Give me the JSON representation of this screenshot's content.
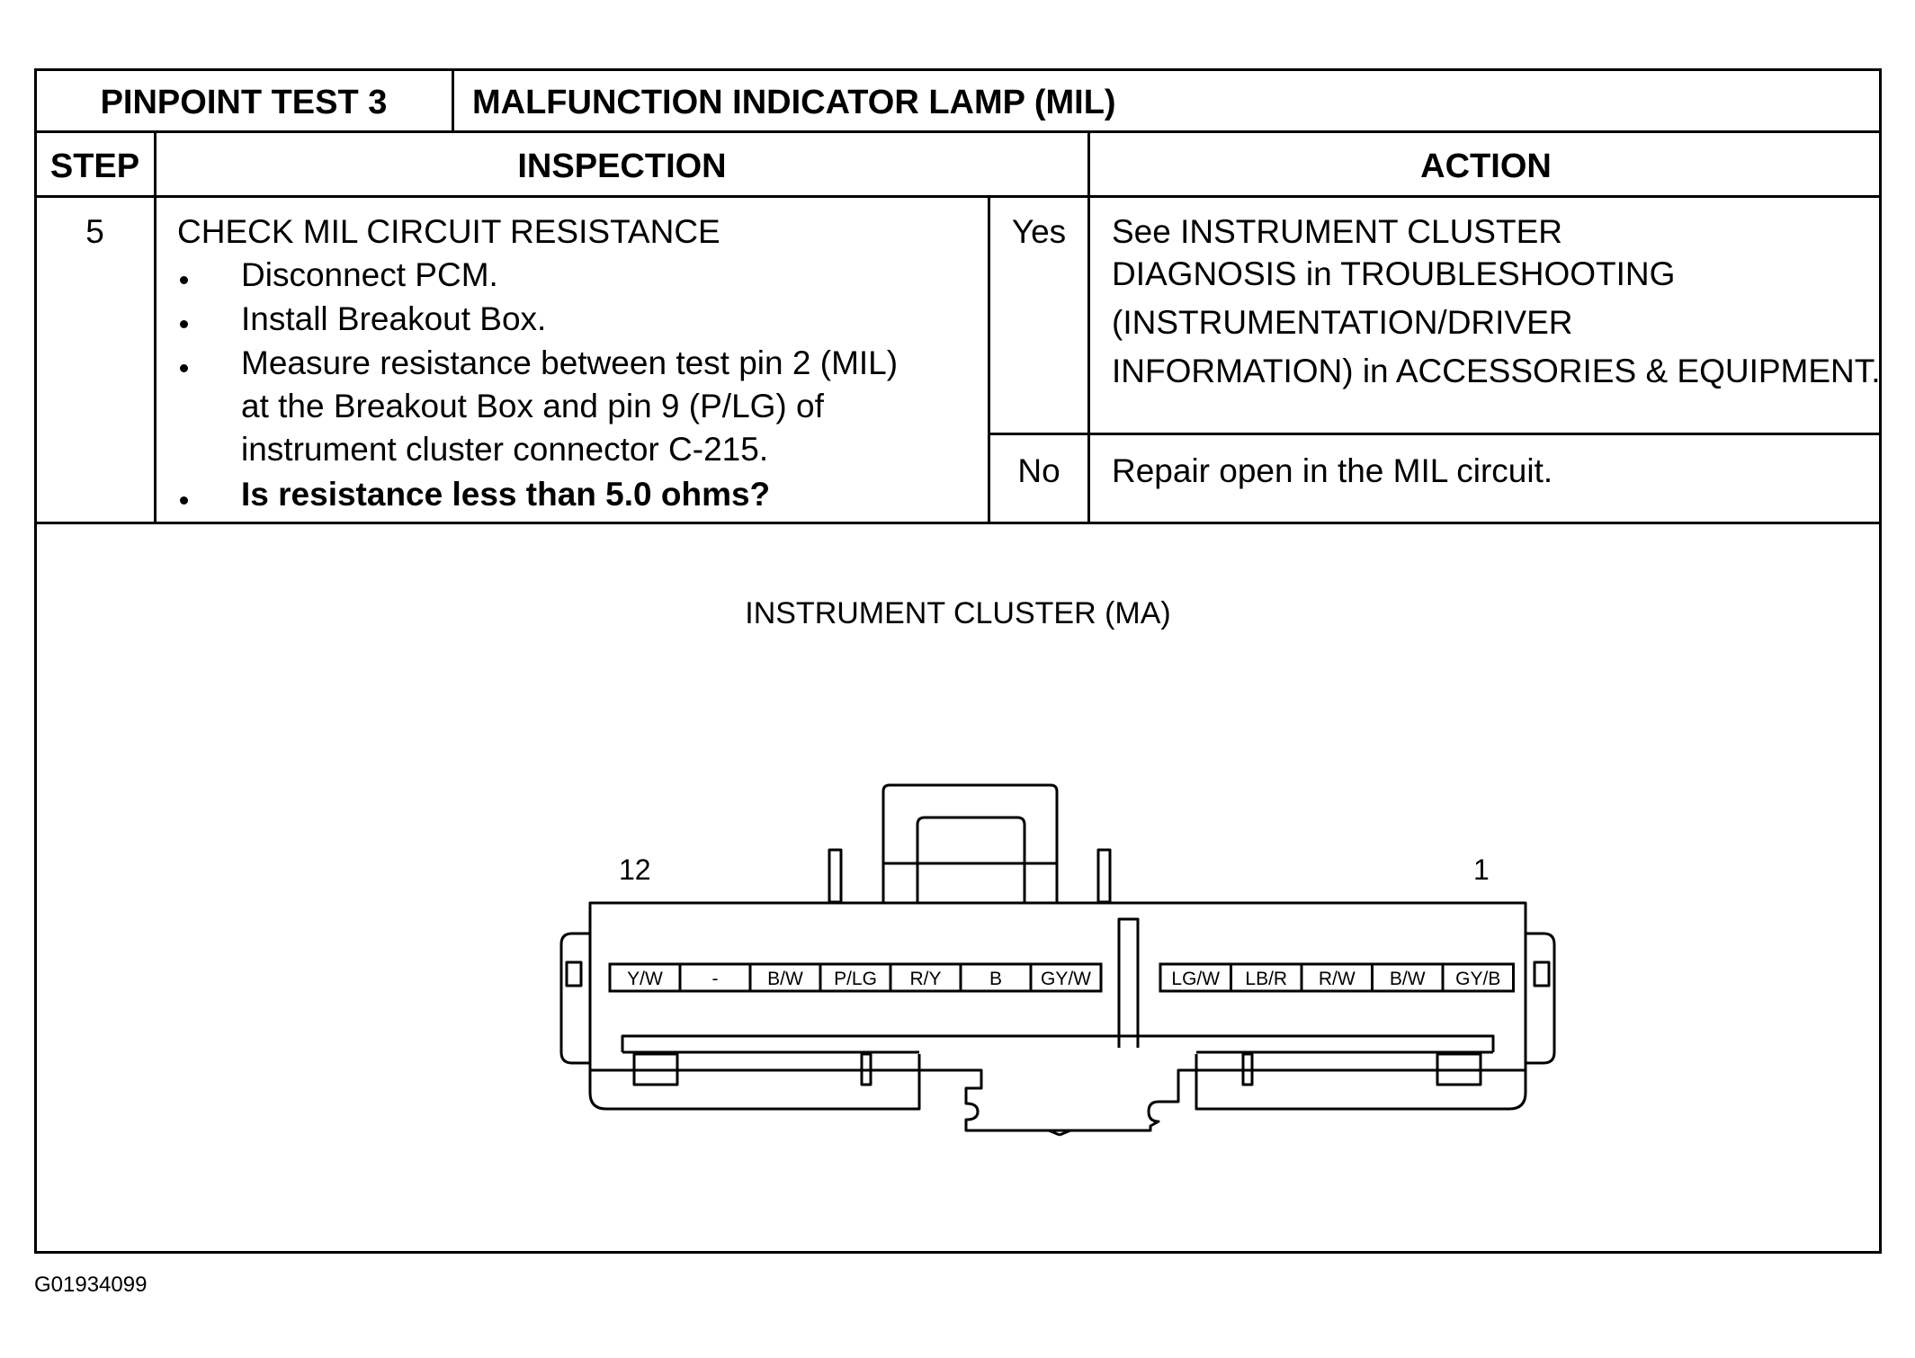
{
  "header": {
    "test_label": "PINPOINT TEST 3",
    "test_title": "MALFUNCTION INDICATOR LAMP (MIL)"
  },
  "columns": {
    "step": "STEP",
    "inspection": "INSPECTION",
    "action": "ACTION"
  },
  "row": {
    "step": "5",
    "title": "CHECK MIL CIRCUIT RESISTANCE",
    "bullets": [
      "Disconnect PCM.",
      "Install Breakout Box.",
      "Measure resistance between test pin 2 (MIL)",
      "at the Breakout Box and pin 9 (P/LG) of",
      "instrument cluster connector C-215.",
      "Is resistance less than 5.0 ohms?"
    ],
    "yes_label": "Yes",
    "yes_action": [
      "See INSTRUMENT CLUSTER",
      "DIAGNOSIS in TROUBLESHOOTING",
      "(INSTRUMENTATION/DRIVER",
      "INFORMATION) in ACCESSORIES & EQUIPMENT."
    ],
    "no_label": "No",
    "no_action": "Repair open in the MIL circuit."
  },
  "diagram": {
    "title": "INSTRUMENT CLUSTER (MA)",
    "pin_left": "12",
    "pin_right": "1",
    "left_pins": [
      "Y/W",
      "-",
      "B/W",
      "P/LG",
      "R/Y",
      "B",
      "GY/W"
    ],
    "right_pins": [
      "LG/W",
      "LB/R",
      "R/W",
      "B/W",
      "GY/B"
    ]
  },
  "figure_id": "G01934099"
}
